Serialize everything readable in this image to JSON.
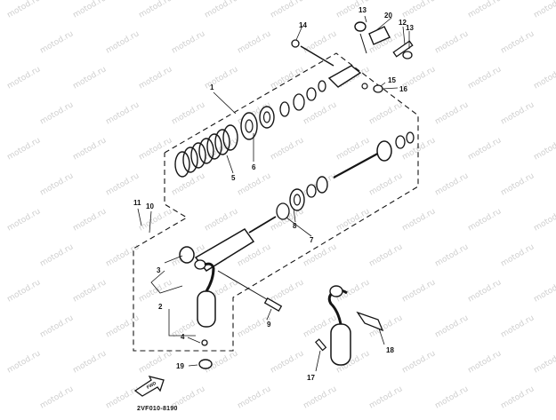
{
  "watermark": {
    "text": "motod.ru"
  },
  "diagram": {
    "drawing_code": "2VF010-8190",
    "fwd_label": "FWD",
    "callouts": {
      "c1": "1",
      "c2": "2",
      "c3": "3",
      "c4": "4",
      "c5": "5",
      "c6": "6",
      "c7": "7",
      "c8": "8",
      "c9": "9",
      "c10": "10",
      "c11": "11",
      "c12": "12",
      "c13a": "13",
      "c13b": "13",
      "c14": "14",
      "c15": "15",
      "c16": "16",
      "c17": "17",
      "c18": "18",
      "c19": "19",
      "c20": "20"
    }
  }
}
